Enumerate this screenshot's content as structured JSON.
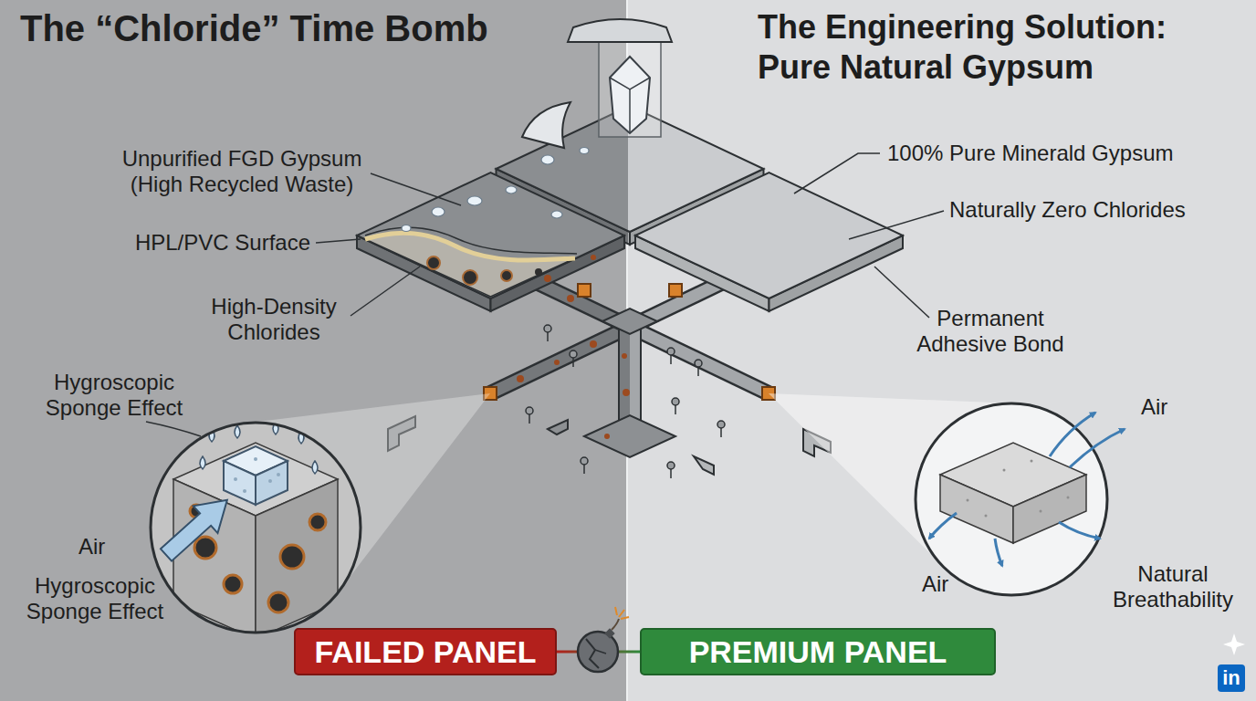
{
  "diagram": {
    "nodes": [
      {
        "text": [
          "FAILED PANEL"
        ]
      },
      {
        "text": [
          "PREMIUM PANEL"
        ]
      }
    ],
    "edges": [
      {
        "from": 0,
        "to": 1,
        "arrow": "none"
      }
    ],
    "labels": [
      "The “Chloride” Time Bomb",
      "The Engineering Solution: Pure Natural Gypsum",
      "Unpurified FGD Gypsum (High Recycled Waste)",
      "HPL/PVC Surface",
      "High-Density Chlorides",
      "Hygroscopic Sponge Effect",
      "Air",
      "Hygroscopic Sponge Effect",
      "100% Pure Minerald Gypsum",
      "Naturally Zero Chlorides",
      "Permanent Adhesive Bond",
      "Air",
      "Air",
      "Natural Breathability",
      "in"
    ]
  }
}
